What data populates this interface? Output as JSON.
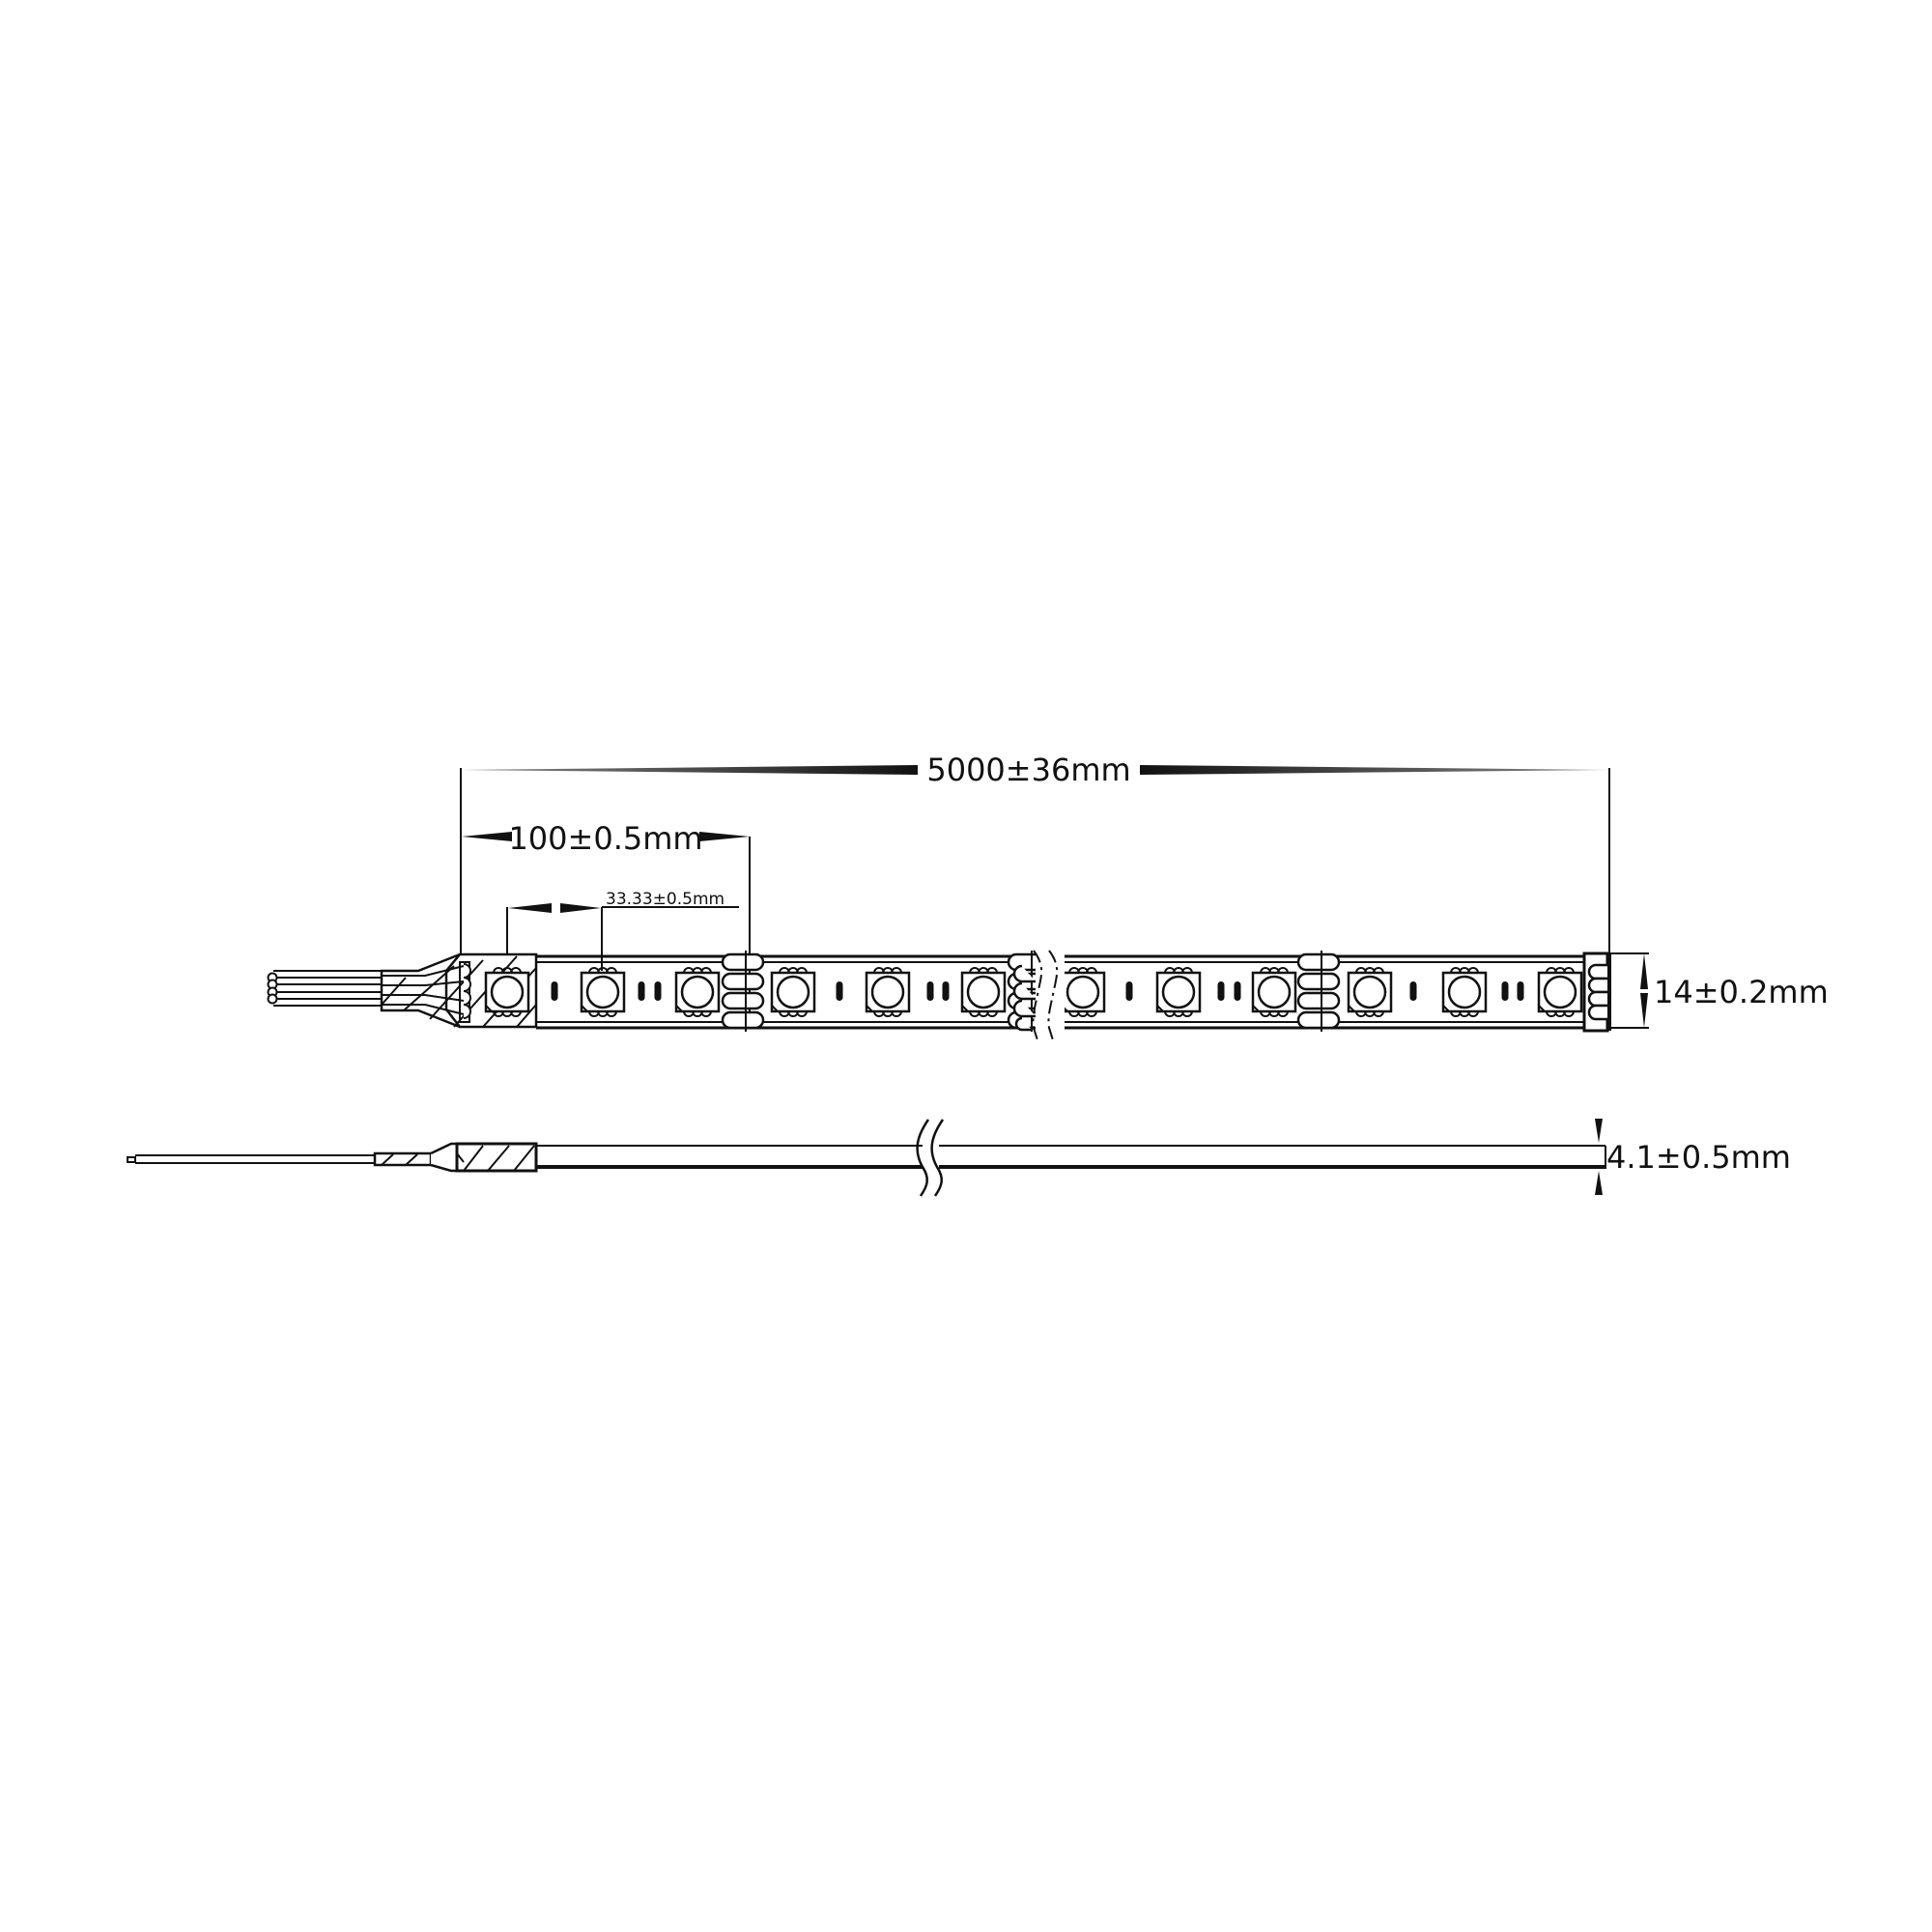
{
  "drawing": {
    "title": "LED strip dimensional drawing",
    "colors": {
      "line": "#111111",
      "background": "#ffffff"
    },
    "dimensions": {
      "total_length": "5000±36mm",
      "cut_interval": "100±0.5mm",
      "led_pitch": "33.33±0.5mm",
      "width": "14±0.2mm",
      "thickness": "4.1±0.5mm"
    },
    "top_view": {
      "led_count_visible": 12,
      "cut_points_visible": 3,
      "wires": 4,
      "break_symbol": "wavy-break"
    },
    "side_view": {
      "break_symbol": "wavy-break"
    }
  }
}
